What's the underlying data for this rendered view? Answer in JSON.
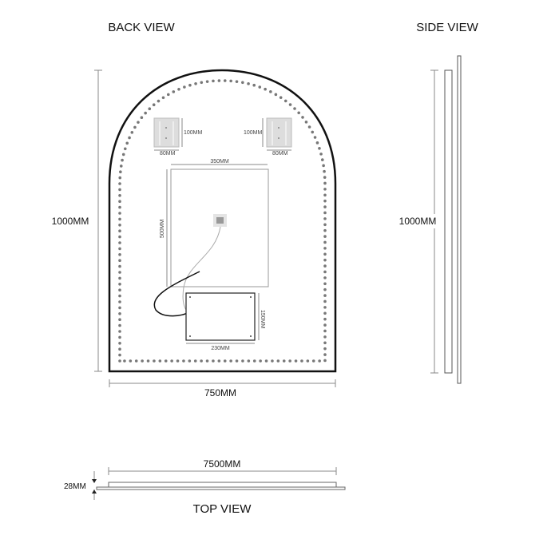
{
  "back_view": {
    "title": "BACK VIEW",
    "height_label": "1000MM",
    "width_label": "750MM",
    "bracket_left": {
      "height": "100MM",
      "width": "80MM"
    },
    "bracket_right": {
      "height": "100MM",
      "width": "80MM"
    },
    "panel": {
      "width": "350MM",
      "height": "500MM"
    },
    "driver_box": {
      "width": "230MM",
      "height": "150MM"
    }
  },
  "side_view": {
    "title": "SIDE VIEW",
    "height_label": "1000MM"
  },
  "top_view": {
    "title": "TOP VIEW",
    "width_label": "7500MM",
    "depth_label": "28MM"
  },
  "colors": {
    "outline": "#111111",
    "dots": "#777777",
    "dimension": "#888888"
  }
}
